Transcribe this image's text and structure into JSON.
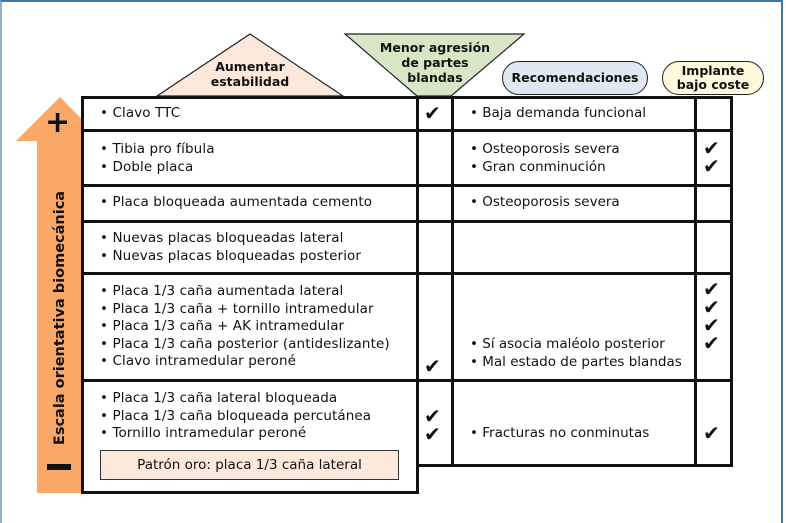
{
  "colors": {
    "arrow": "#f9a867",
    "stability_triangle": "#fde9dc",
    "soft_tissue_triangle": "#d7e6c4",
    "recommendations_pill": "#dfe8f3",
    "low_cost_pill": "#fef8dc",
    "gold_standard_box": "#fde9dc",
    "frame_border": "#3f79a3"
  },
  "headers": {
    "stability": "Aumentar estabilidad",
    "stability_lines": [
      "Aumentar",
      "estabilidad"
    ],
    "soft_tissue_lines": [
      "Menor agresión",
      "de partes",
      "blandas"
    ],
    "recommendations": "Recomendaciones",
    "low_cost_lines": [
      "Implante",
      "bajo coste"
    ]
  },
  "scale": {
    "label": "Escala orientativa biomecánica",
    "top_symbol": "+",
    "bottom_symbol": "−"
  },
  "rows": [
    {
      "implants": [
        "Clavo TTC"
      ],
      "soft_tissue_checks": 1,
      "recommendations": [
        "Baja demanda funcional"
      ],
      "low_cost_checks": 0
    },
    {
      "implants": [
        "Tibia pro fíbula",
        "Doble placa"
      ],
      "soft_tissue_checks": 0,
      "recommendations": [
        "Osteoporosis severa",
        "Gran conminución"
      ],
      "low_cost_checks": 2
    },
    {
      "implants": [
        "Placa bloqueada aumentada cemento"
      ],
      "soft_tissue_checks": 0,
      "recommendations": [
        "Osteoporosis severa"
      ],
      "low_cost_checks": 0
    },
    {
      "implants": [
        "Nuevas placas bloqueadas lateral",
        "Nuevas placas bloqueadas posterior"
      ],
      "soft_tissue_checks": 0,
      "recommendations": [],
      "low_cost_checks": 0
    },
    {
      "implants": [
        "Placa 1/3 caña aumentada lateral",
        "Placa 1/3 caña + tornillo intramedular",
        "Placa 1/3 caña + AK intramedular",
        "Placa 1/3 caña posterior (antideslizante)",
        "Clavo intramedular peroné"
      ],
      "soft_tissue_checks": 1,
      "recommendations": [
        "Sí asocia maléolo posterior",
        "Mal estado de partes blandas"
      ],
      "low_cost_checks": 4
    },
    {
      "implants": [
        "Placa 1/3 caña lateral bloqueada",
        "Placa 1/3 caña bloqueada percutánea",
        "Tornillo intramedular peroné"
      ],
      "soft_tissue_checks": 2,
      "recommendations": [
        "Fracturas no conminutas"
      ],
      "low_cost_checks": 1
    }
  ],
  "gold_standard": "Patrón oro: placa 1/3 caña lateral",
  "check_symbol": "✔"
}
